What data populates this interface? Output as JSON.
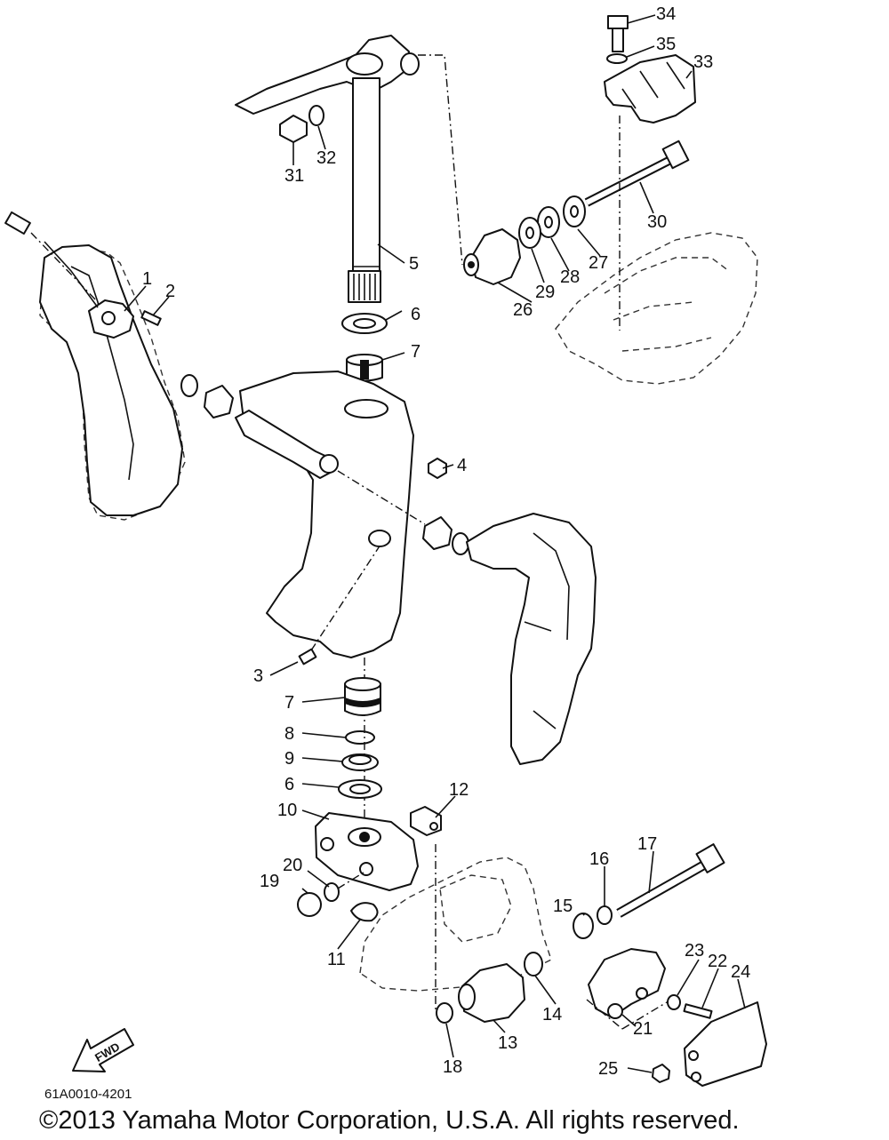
{
  "diagram": {
    "callouts": [
      "1",
      "2",
      "3",
      "4",
      "5",
      "6",
      "7",
      "7",
      "8",
      "9",
      "6",
      "10",
      "11",
      "12",
      "13",
      "14",
      "15",
      "16",
      "17",
      "18",
      "19",
      "20",
      "21",
      "22",
      "23",
      "24",
      "25",
      "26",
      "27",
      "28",
      "29",
      "30",
      "31",
      "32",
      "33",
      "34",
      "35"
    ],
    "part_code": "61A0010-4201",
    "fwd_label": "FWD",
    "copyright": "©2013 Yamaha Motor Corporation, U.S.A. All rights reserved."
  }
}
